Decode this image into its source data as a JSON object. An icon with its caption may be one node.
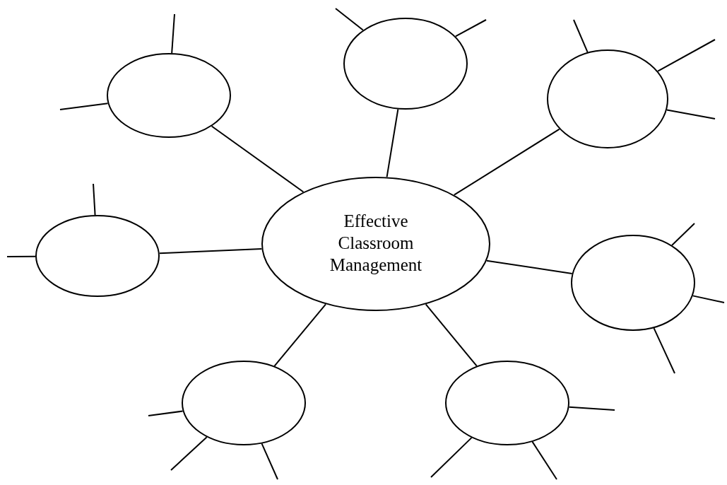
{
  "diagram": {
    "nodes": [
      {
        "text": [
          "Effective Classroom Management"
        ]
      },
      {
        "text": [],
        "shape": "circle"
      },
      {
        "text": [],
        "shape": "circle"
      },
      {
        "text": [],
        "shape": "circle"
      },
      {
        "text": [],
        "shape": "circle"
      },
      {
        "text": [],
        "shape": "circle"
      },
      {
        "text": [],
        "shape": "circle"
      },
      {
        "text": [],
        "shape": "circle"
      }
    ],
    "edges": [
      {
        "from": 0,
        "to": 1,
        "arrow": "none"
      },
      {
        "from": 0,
        "to": 2,
        "arrow": "none"
      },
      {
        "from": 0,
        "to": 3,
        "arrow": "none"
      },
      {
        "from": 0,
        "to": 4,
        "arrow": "none"
      },
      {
        "from": 0,
        "to": 5,
        "arrow": "none"
      },
      {
        "from": 0,
        "to": 6,
        "arrow": "none"
      },
      {
        "from": 0,
        "to": 7,
        "arrow": "none"
      },
      {
        "from": 1,
        "to": null,
        "arrow": "none"
      },
      {
        "from": 1,
        "to": null,
        "arrow": "none"
      },
      {
        "from": 2,
        "to": null,
        "arrow": "none"
      },
      {
        "from": 2,
        "to": null,
        "arrow": "none"
      },
      {
        "from": 3,
        "to": null,
        "arrow": "none"
      },
      {
        "from": 3,
        "to": null,
        "arrow": "none"
      },
      {
        "from": 3,
        "to": null,
        "arrow": "none"
      },
      {
        "from": 4,
        "to": null,
        "arrow": "none"
      },
      {
        "from": 4,
        "to": null,
        "arrow": "none"
      },
      {
        "from": 5,
        "to": null,
        "arrow": "none"
      },
      {
        "from": 5,
        "to": null,
        "arrow": "none"
      },
      {
        "from": 5,
        "to": null,
        "arrow": "none"
      },
      {
        "from": 6,
        "to": null,
        "arrow": "none"
      },
      {
        "from": 6,
        "to": null,
        "arrow": "none"
      },
      {
        "from": 6,
        "to": null,
        "arrow": "none"
      },
      {
        "from": 7,
        "to": null,
        "arrow": "none"
      },
      {
        "from": 7,
        "to": null,
        "arrow": "none"
      },
      {
        "from": 7,
        "to": null,
        "arrow": "none"
      }
    ]
  }
}
